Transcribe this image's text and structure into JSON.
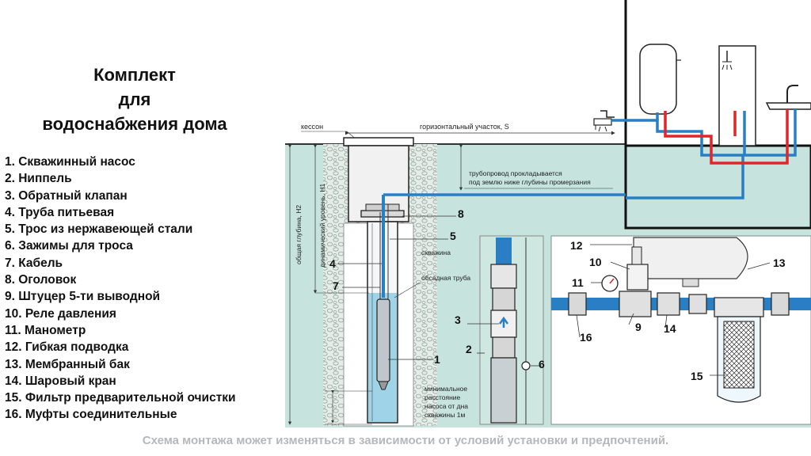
{
  "title": {
    "line1": "Комплект",
    "line2": "для",
    "line3": "водоснабжения дома"
  },
  "legend": [
    "1. Скважинный насос",
    "2. Ниппель",
    "3. Обратный клапан",
    "4. Труба питьевая",
    "5. Трос из нержавеющей стали",
    "6. Зажимы для троса",
    "7. Кабель",
    "8. Оголовок",
    "9. Штуцер 5-ти выводной",
    "10. Реле давления",
    "11. Манометр",
    "12. Гибкая подводка",
    "13. Мембранный бак",
    "14. Шаровый кран",
    "15. Фильтр предварительной очистки",
    "16. Муфты соединительные"
  ],
  "annotations": {
    "caisson": "кессон",
    "horizontal_section": "горизонтальный участок, S",
    "pipeline_line1": "трубопровод прокладывается",
    "pipeline_line2": "под землю ниже глубины промерзания",
    "total_depth": "общая глубина, H2",
    "dynamic_level": "динамический уровень, H1",
    "well": "скважина",
    "casing": "обсадная труба",
    "min_dist_line1": "минимальное",
    "min_dist_line2": "расстояние",
    "min_dist_line3": "насоса от дна",
    "min_dist_line4": "скважины 1м"
  },
  "callouts": {
    "n1": "1",
    "n2": "2",
    "n3": "3",
    "n4": "4",
    "n5": "5",
    "n6": "6",
    "n7": "7",
    "n8": "8",
    "n9": "9",
    "n10": "10",
    "n11": "11",
    "n12": "12",
    "n13": "13",
    "n14": "14",
    "n15": "15",
    "n16": "16"
  },
  "footer": "Схема монтажа может изменяться в зависимости от условий установки и предпочтений.",
  "colors": {
    "ground": "#c6e4dd",
    "water": "#9fd3e8",
    "pipe_blue": "#2a7fc4",
    "pipe_red": "#e0262b",
    "panel": "#cfe7e1",
    "stone": "#dfe8e3"
  }
}
